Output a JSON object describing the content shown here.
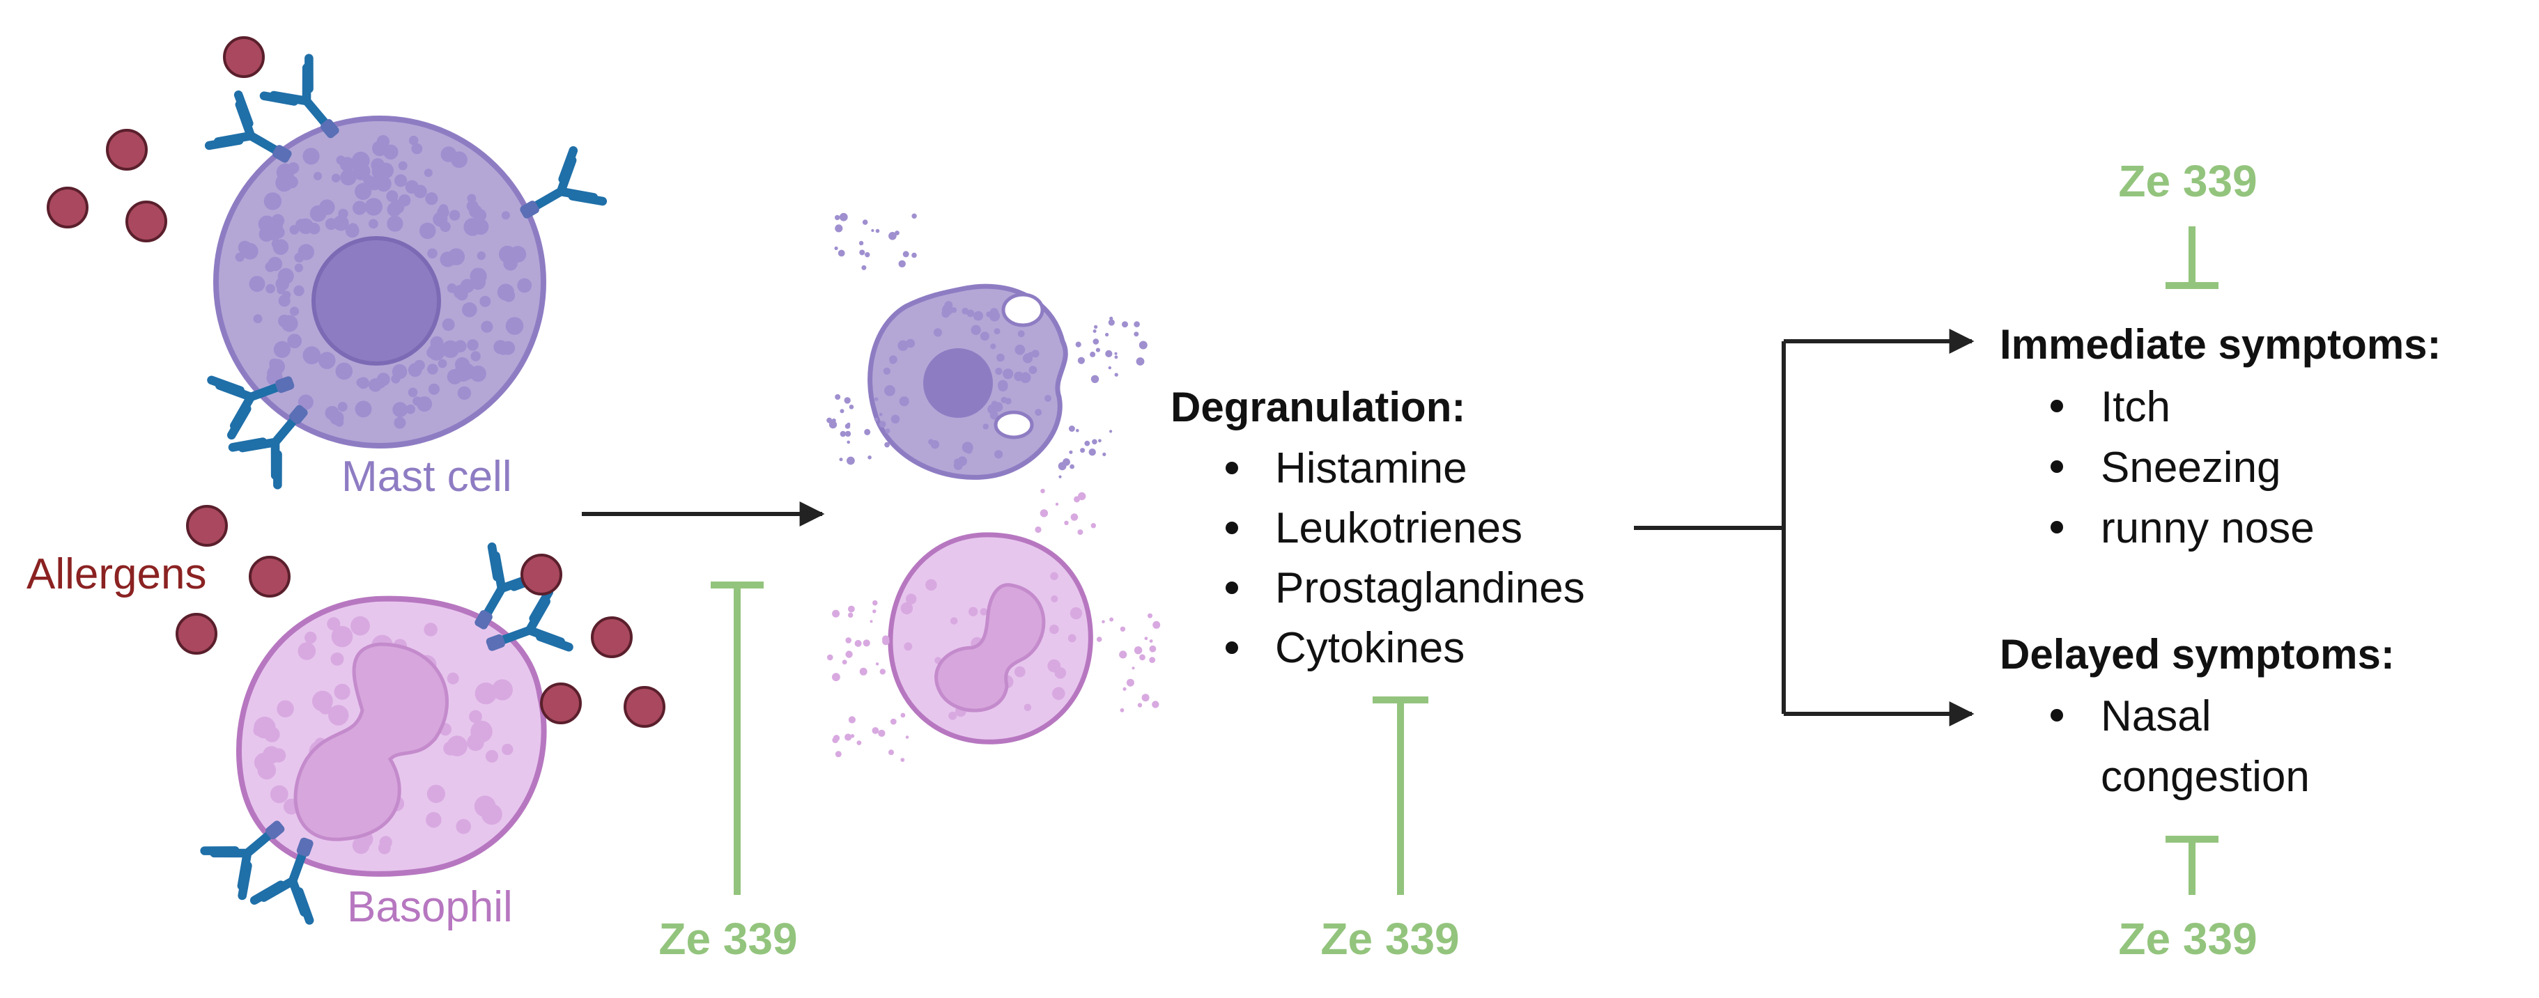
{
  "colors": {
    "inhibitor": "#93c47d",
    "mast_cell": "#8e7cc3",
    "mast_cell_fill": "#b4a7d6",
    "basophil": "#b777c0",
    "basophil_fill": "#e7c6ee",
    "allergen": "#a9485e",
    "allergen_label": "#8b2222",
    "antibody": "#1f6fa8",
    "arrow": "#222222"
  },
  "cells": {
    "mast_cell_label": "Mast cell",
    "basophil_label": "Basophil",
    "allergens_label": "Allergens"
  },
  "degranulation": {
    "title": "Degranulation:",
    "items": [
      "Histamine",
      "Leukotrienes",
      "Prostaglandines",
      "Cytokines"
    ]
  },
  "immediate": {
    "title": "Immediate symptoms:",
    "items": [
      "Itch",
      "Sneezing",
      "runny nose"
    ]
  },
  "delayed": {
    "title": "Delayed symptoms:",
    "items": [
      "Nasal",
      "congestion"
    ]
  },
  "inhibitor": {
    "label_1": "Ze 339",
    "label_2": "Ze 339",
    "label_3": "Ze 339",
    "label_4": "Ze 339"
  },
  "icons": [
    "mast-cell-icon",
    "basophil-icon",
    "allergen-icon",
    "antibody-icon",
    "degranulating-mast-cell-icon",
    "degranulating-basophil-icon",
    "arrow-icon",
    "inhibition-bar-icon"
  ]
}
